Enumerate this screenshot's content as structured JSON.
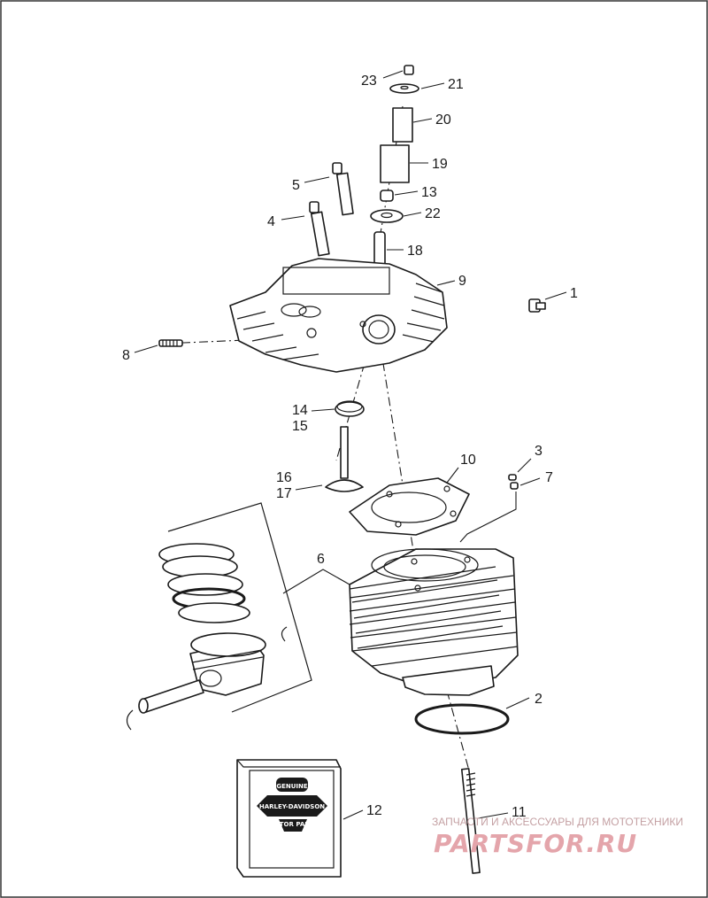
{
  "diagram": {
    "callouts": [
      {
        "id": "1",
        "label": "1"
      },
      {
        "id": "2",
        "label": "2"
      },
      {
        "id": "3",
        "label": "3"
      },
      {
        "id": "4",
        "label": "4"
      },
      {
        "id": "5",
        "label": "5"
      },
      {
        "id": "6",
        "label": "6"
      },
      {
        "id": "7",
        "label": "7"
      },
      {
        "id": "8",
        "label": "8"
      },
      {
        "id": "9",
        "label": "9"
      },
      {
        "id": "10",
        "label": "10"
      },
      {
        "id": "11",
        "label": "11"
      },
      {
        "id": "12",
        "label": "12"
      },
      {
        "id": "13",
        "label": "13"
      },
      {
        "id": "14",
        "label": "14"
      },
      {
        "id": "15",
        "label": "15"
      },
      {
        "id": "16",
        "label": "16"
      },
      {
        "id": "17",
        "label": "17"
      },
      {
        "id": "18",
        "label": "18"
      },
      {
        "id": "19",
        "label": "19"
      },
      {
        "id": "20",
        "label": "20"
      },
      {
        "id": "21",
        "label": "21"
      },
      {
        "id": "22",
        "label": "22"
      },
      {
        "id": "23",
        "label": "23"
      }
    ],
    "parts_box_logo": {
      "line1": "GENUINE",
      "line2": "HARLEY-DAVIDSON",
      "line3": "MOTOR PARTS"
    }
  },
  "watermark": {
    "tagline": "ЗАПЧАСТИ И АКСЕССУАРЫ ДЛЯ МОТОТЕХНИКИ",
    "brand": "PARTSFOR.RU"
  }
}
